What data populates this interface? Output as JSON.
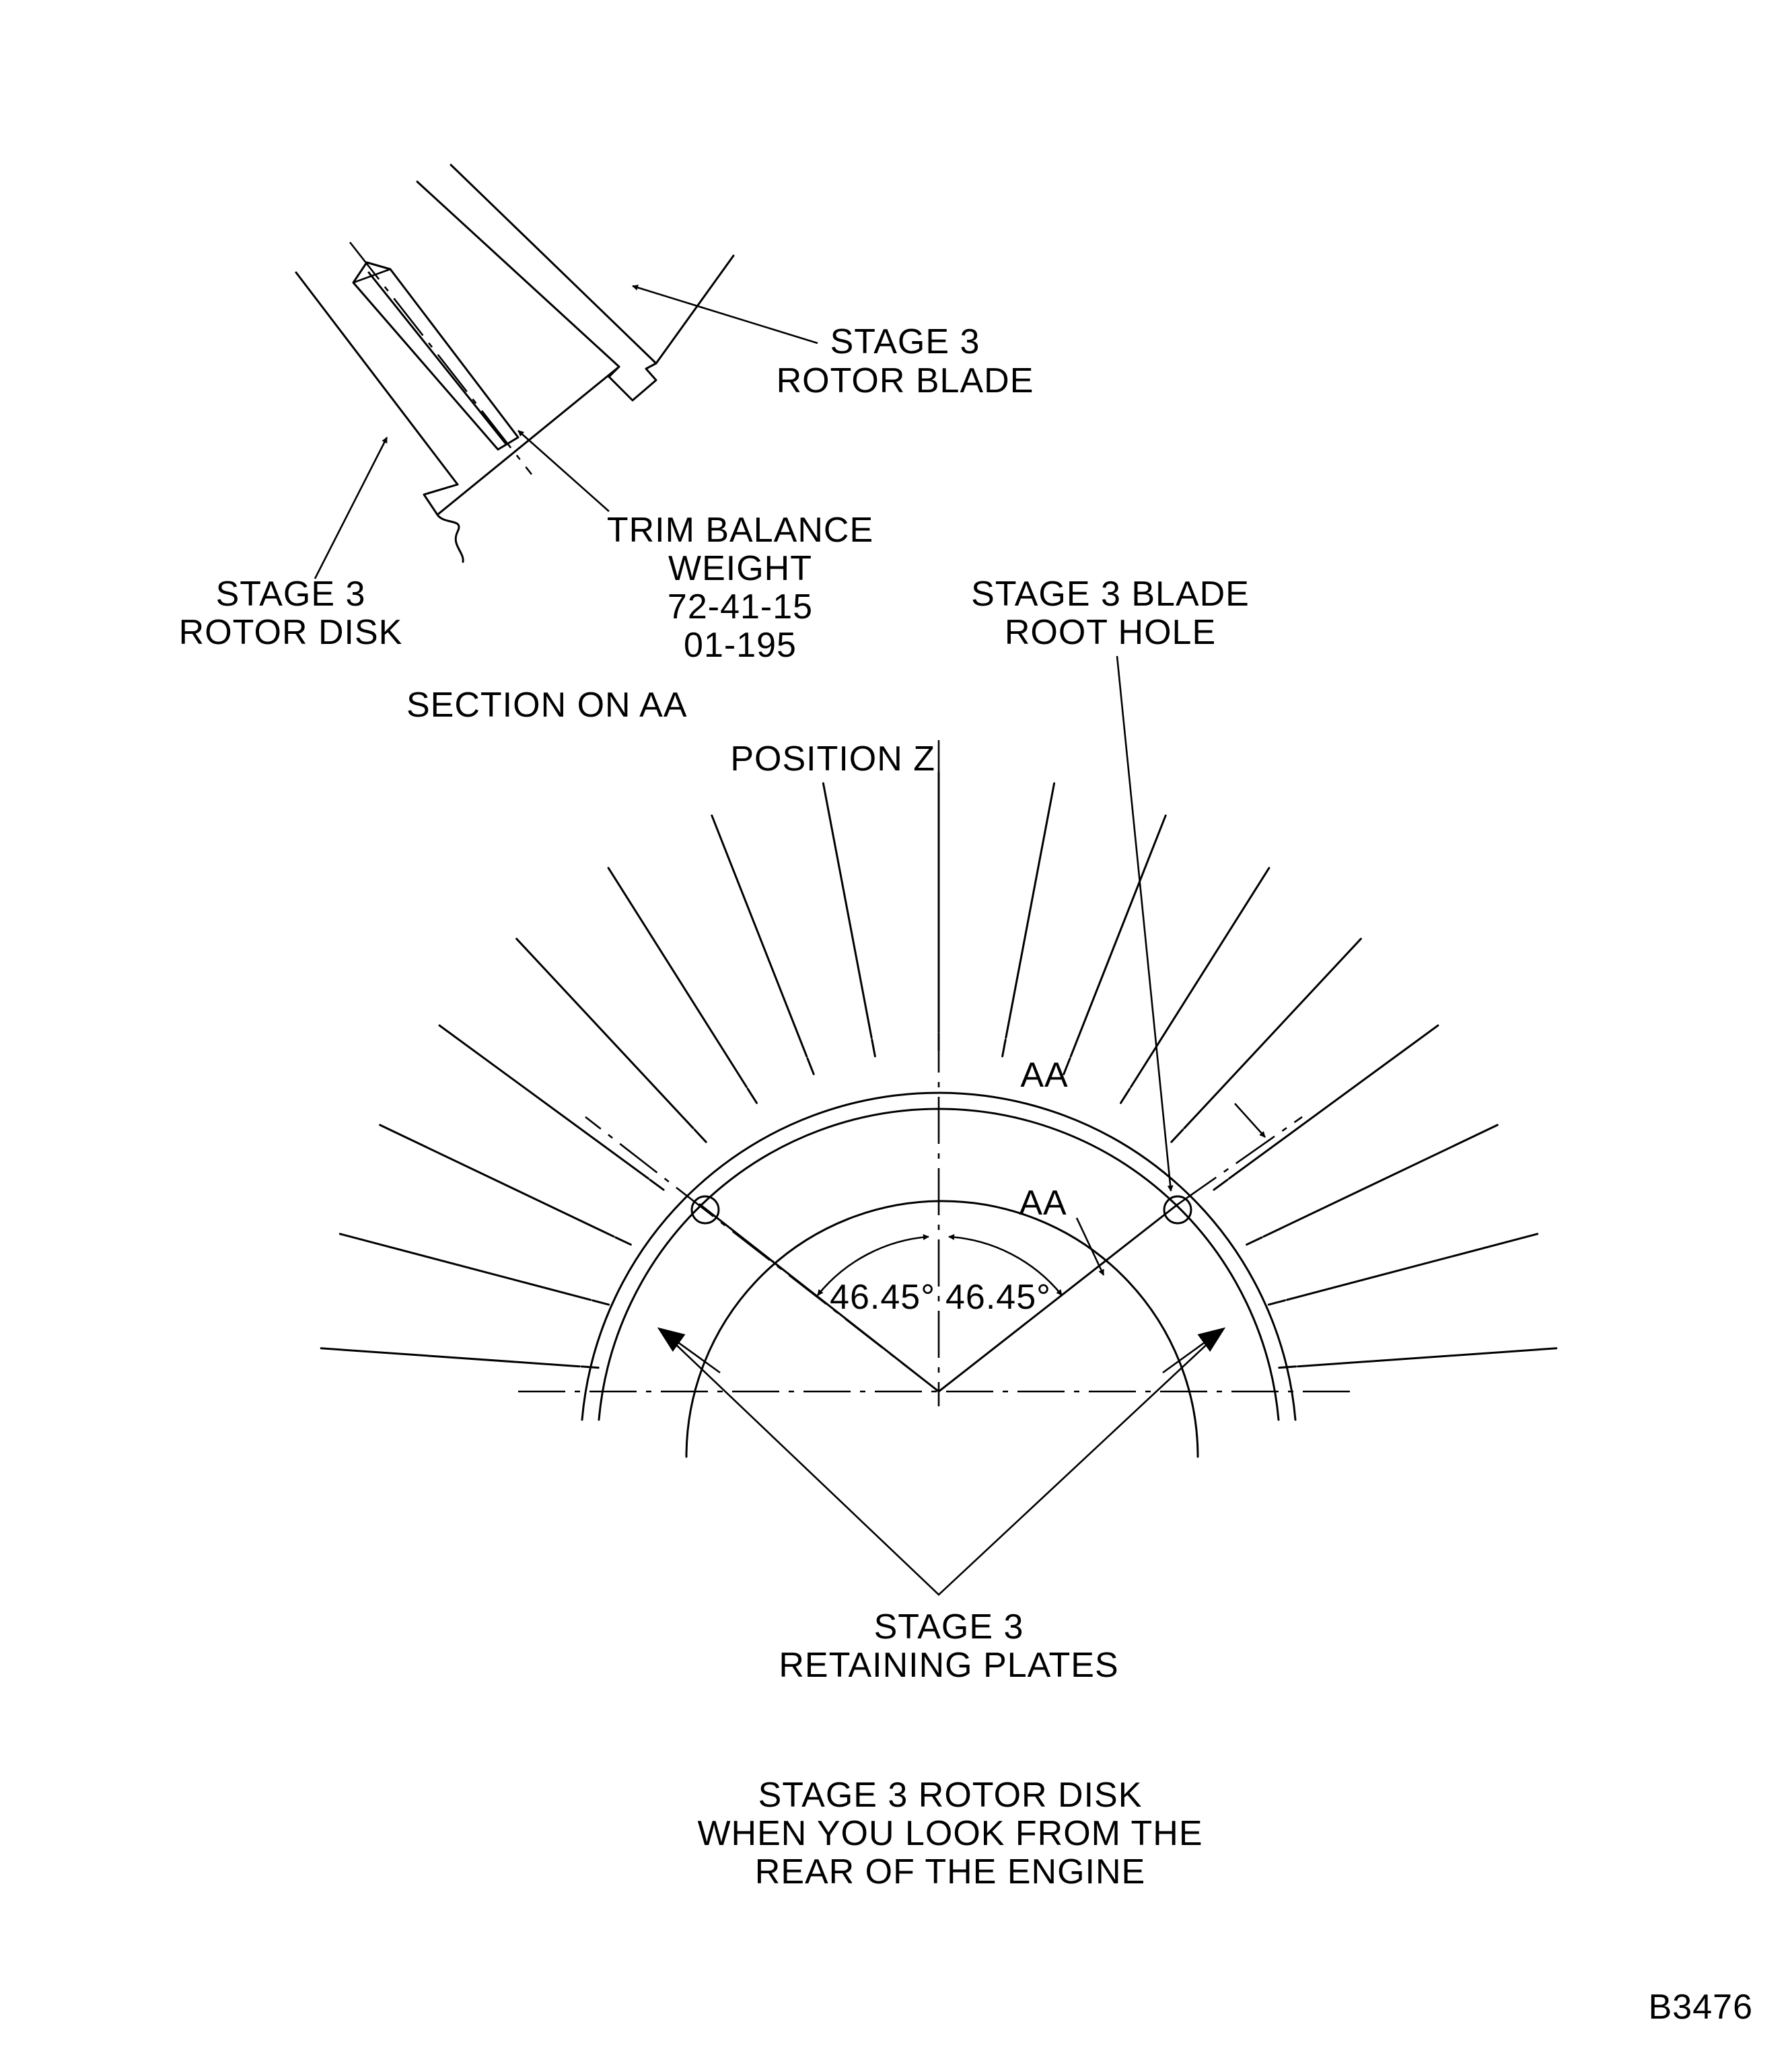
{
  "labels": {
    "rotor_blade": [
      "STAGE 3",
      "ROTOR BLADE"
    ],
    "rotor_disk": [
      "STAGE 3",
      "ROTOR DISK"
    ],
    "trim_weight": [
      "TRIM BALANCE",
      "WEIGHT",
      "72-41-15",
      "01-195"
    ],
    "blade_root_hole": [
      "STAGE 3 BLADE",
      "ROOT HOLE"
    ],
    "section_title": "SECTION ON AA",
    "position_z": "POSITION Z",
    "section_mark_outer": "AA",
    "section_mark_inner": "AA",
    "angle_left": "46.45°",
    "angle_right": "46.45°",
    "retaining_plates": [
      "STAGE 3",
      "RETAINING PLATES"
    ],
    "view_caption": [
      "STAGE 3 ROTOR DISK",
      "WHEN YOU LOOK FROM THE",
      "REAR OF THE ENGINE"
    ],
    "figure_id": "B3476"
  },
  "geometry": {
    "hole_angle_deg": 46.45,
    "blade_count_visible": 17
  }
}
